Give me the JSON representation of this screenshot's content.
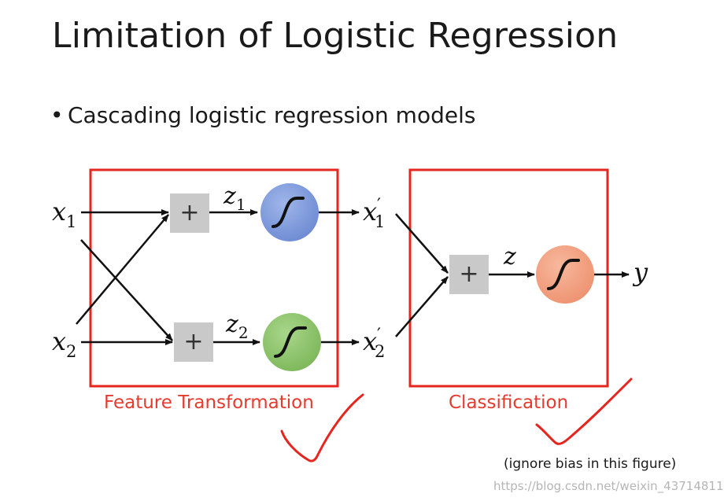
{
  "slide": {
    "title": "Limitation of Logistic Regression",
    "bullet": "Cascading logistic regression models",
    "bullet_marker": "•"
  },
  "diagram": {
    "inputs": {
      "x1": "x",
      "x1_sub": "1",
      "x2": "x",
      "x2_sub": "2"
    },
    "sum_symbol": "+",
    "hidden": {
      "z1": "z",
      "z1_sub": "1",
      "z2": "z",
      "z2_sub": "2"
    },
    "outputs": {
      "x1p": "x",
      "x1p_prime": "′",
      "x1p_sub": "1",
      "x2p": "x",
      "x2p_prime": "′",
      "x2p_sub": "2"
    },
    "final": {
      "z": "z",
      "y": "y"
    },
    "feature_label": "Feature Transformation",
    "class_label": "Classification"
  },
  "note": "(ignore bias in this figure)",
  "watermark": "https://blog.csdn.net/weixin_43714811",
  "colors": {
    "box_red": "#e5261f",
    "label_red": "#e53a2e",
    "sigmoid_blue": "#7b98d9",
    "sigmoid_green": "#8cc36a",
    "sigmoid_orange": "#f2a07e",
    "sum_box": "#c9c9c9"
  }
}
